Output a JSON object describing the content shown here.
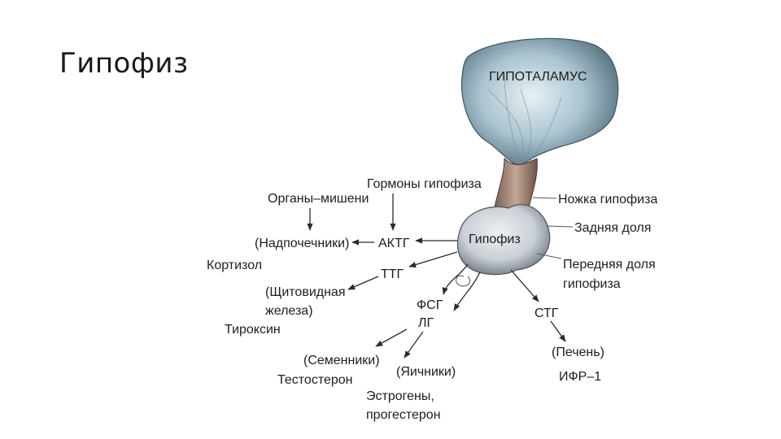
{
  "slide": {
    "title": "Гипофиз"
  },
  "diagram": {
    "hypothalamus": "ГИПОТАЛАМУС",
    "pituitary": "Гипофиз",
    "pituitary_hormones": "Гормоны гипофиза",
    "target_organs": "Органы–мишени",
    "stalk": "Ножка гипофиза",
    "posterior_lobe": "Задняя доля",
    "anterior_lobe_1": "Передняя доля",
    "anterior_lobe_2": "гипофиза",
    "actg": "АКТГ",
    "ttg": "ТТГ",
    "fsg": "ФСГ",
    "lg": "ЛГ",
    "stg": "СТГ",
    "adrenal": "(Надпочечники)",
    "cortisol": "Кортизол",
    "thyroid_1": "(Щитовидная",
    "thyroid_2": "железа)",
    "thyroxine": "Тироксин",
    "testes": "(Семенники)",
    "testosterone": "Тестостерон",
    "ovaries": "(Яичники)",
    "estrogens_1": "Эстрогены,",
    "estrogens_2": "прогестерон",
    "liver": "(Печень)",
    "igf": "ИФР–1"
  },
  "colors": {
    "hypothalamus_fill": "#a9c3cf",
    "pituitary_fill": "#c9cfd6",
    "stalk_fill": "#b59a8a"
  }
}
